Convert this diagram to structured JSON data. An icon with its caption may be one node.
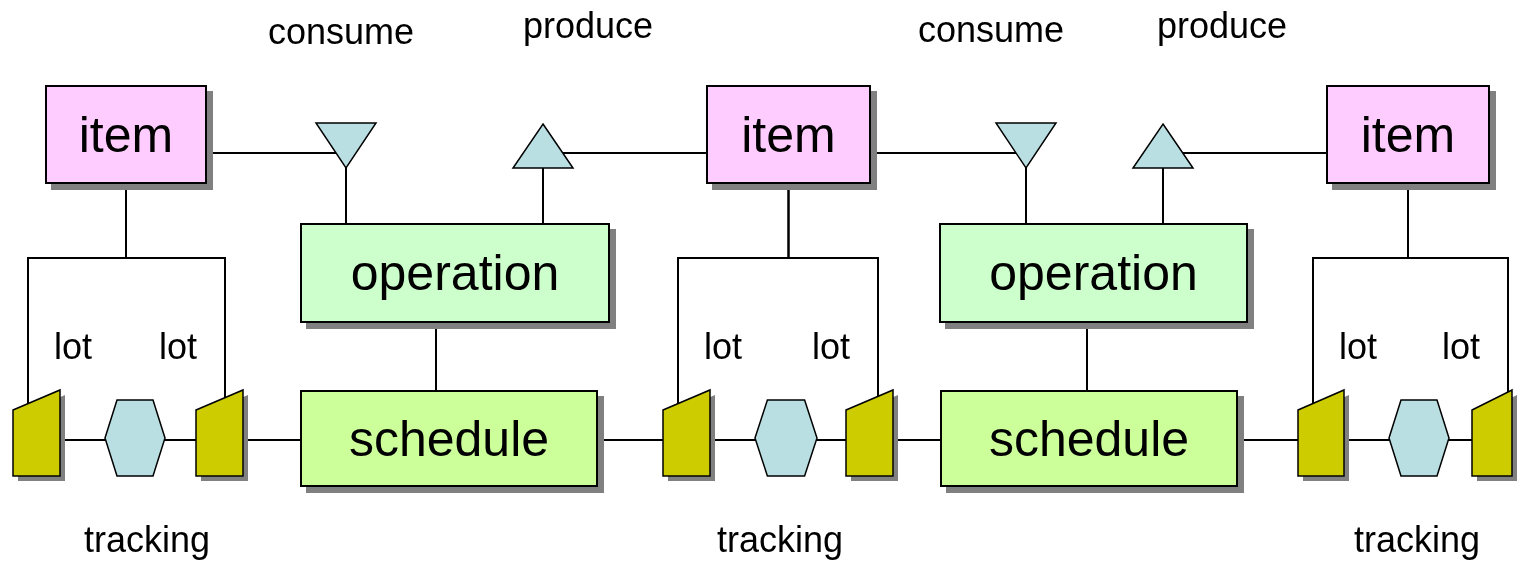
{
  "diagram": {
    "nodes": [
      {
        "text": [
          "item"
        ]
      },
      {
        "text": [],
        "shape": "triangle-down",
        "beside": [
          "consume"
        ]
      },
      {
        "text": [],
        "shape": "triangle-up",
        "beside": [
          "produce"
        ]
      },
      {
        "text": [
          "item"
        ]
      },
      {
        "text": [],
        "shape": "triangle-down",
        "beside": [
          "consume"
        ]
      },
      {
        "text": [],
        "shape": "triangle-up",
        "beside": [
          "produce"
        ]
      },
      {
        "text": [
          "item"
        ]
      },
      {
        "text": [
          "operation"
        ]
      },
      {
        "text": [
          "operation"
        ]
      },
      {
        "text": [],
        "shape": "trapezoid"
      },
      {
        "text": [],
        "shape": "hexagon",
        "beside": [
          "tracking"
        ]
      },
      {
        "text": [],
        "shape": "trapezoid"
      },
      {
        "text": [
          "schedule"
        ]
      },
      {
        "text": [],
        "shape": "trapezoid"
      },
      {
        "text": [],
        "shape": "hexagon",
        "beside": [
          "tracking"
        ]
      },
      {
        "text": [],
        "shape": "trapezoid"
      },
      {
        "text": [
          "schedule"
        ]
      },
      {
        "text": [],
        "shape": "trapezoid"
      },
      {
        "text": [],
        "shape": "hexagon",
        "beside": [
          "tracking"
        ]
      },
      {
        "text": [],
        "shape": "trapezoid"
      }
    ],
    "edges": [
      {
        "from": 0,
        "to": 1,
        "arrow": "none"
      },
      {
        "from": 2,
        "to": 3,
        "arrow": "none"
      },
      {
        "from": 3,
        "to": 4,
        "arrow": "none"
      },
      {
        "from": 5,
        "to": 6,
        "arrow": "none"
      },
      {
        "from": 1,
        "to": 7,
        "arrow": "none"
      },
      {
        "from": 2,
        "to": 7,
        "arrow": "none"
      },
      {
        "from": 4,
        "to": 8,
        "arrow": "none"
      },
      {
        "from": 5,
        "to": 8,
        "arrow": "none"
      },
      {
        "from": 7,
        "to": 12,
        "arrow": "none"
      },
      {
        "from": 8,
        "to": 16,
        "arrow": "none"
      },
      {
        "from": 0,
        "to": 9,
        "label": "lot",
        "arrow": "none"
      },
      {
        "from": 0,
        "to": 11,
        "label": "lot",
        "arrow": "none"
      },
      {
        "from": 3,
        "to": 13,
        "label": "lot",
        "arrow": "none"
      },
      {
        "from": 3,
        "to": 15,
        "label": "lot",
        "arrow": "none"
      },
      {
        "from": 6,
        "to": 17,
        "label": "lot",
        "arrow": "none"
      },
      {
        "from": 6,
        "to": 19,
        "label": "lot",
        "arrow": "none"
      },
      {
        "from": 9,
        "to": 10,
        "arrow": "none"
      },
      {
        "from": 10,
        "to": 11,
        "arrow": "none"
      },
      {
        "from": 11,
        "to": 12,
        "arrow": "none"
      },
      {
        "from": 12,
        "to": 13,
        "arrow": "none"
      },
      {
        "from": 13,
        "to": 14,
        "arrow": "none"
      },
      {
        "from": 14,
        "to": 15,
        "arrow": "none"
      },
      {
        "from": 15,
        "to": 16,
        "arrow": "none"
      },
      {
        "from": 16,
        "to": 17,
        "arrow": "none"
      },
      {
        "from": 17,
        "to": 18,
        "arrow": "none"
      },
      {
        "from": 18,
        "to": 19,
        "arrow": "none"
      }
    ]
  }
}
